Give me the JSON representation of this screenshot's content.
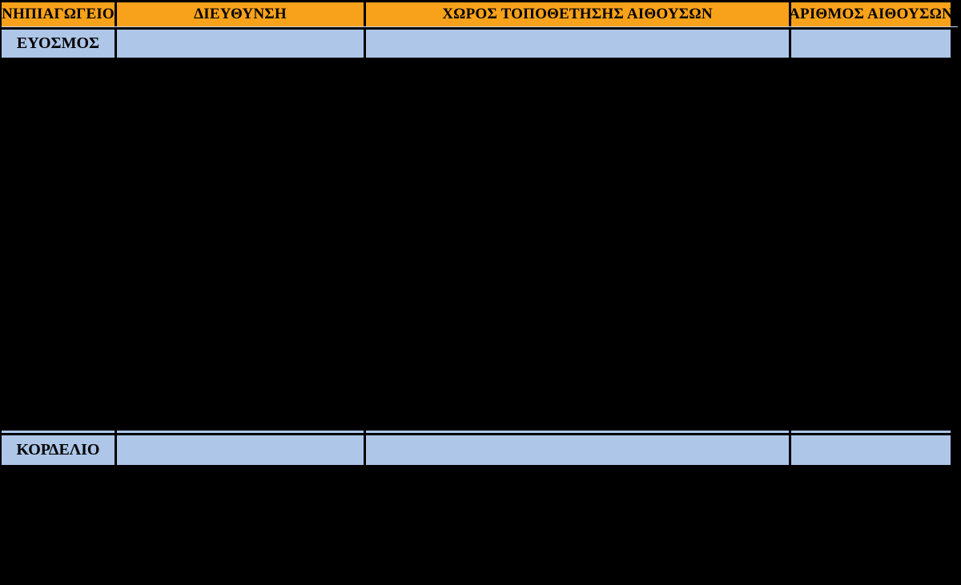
{
  "document": {
    "background_color": "#000000",
    "table": {
      "border_color": "#000000",
      "header": {
        "bg_color": "#f7a21a",
        "columns": [
          "ΝΗΠΙΑΓΩΓΕΙΟ",
          "ΔΙΕΥΘΥΝΣΗ",
          "ΧΩΡΟΣ ΤΟΠΟΘΕΤΗΣΗΣ ΑΙΘΟΥΣΩΝ",
          "ΑΡΙΘΜΟΣ ΑΙΘΟΥΣΩΝ"
        ]
      },
      "row_bg_color": "#aec6e8",
      "text_color": "#000000",
      "rows": [
        {
          "cells": [
            "ΕΥΟΣΜΟΣ",
            "",
            "",
            ""
          ]
        },
        {
          "cells": [
            "ΚΟΡΔΕΛΙΟ",
            "",
            "",
            ""
          ]
        }
      ]
    }
  }
}
